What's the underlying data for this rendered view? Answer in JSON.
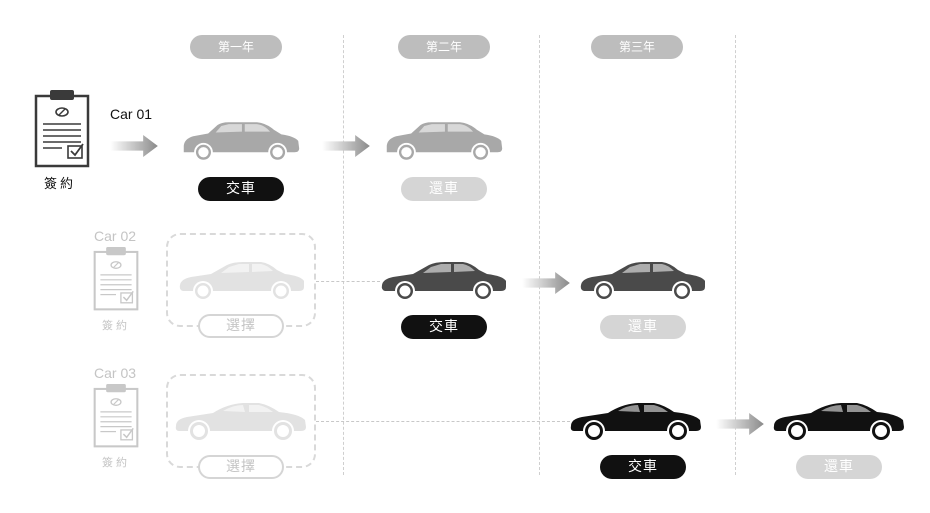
{
  "years": [
    {
      "label": "第一年"
    },
    {
      "label": "第二年"
    },
    {
      "label": "第三年"
    }
  ],
  "rows": [
    {
      "car_label": "Car 01",
      "sign_label": "簽約",
      "deliver_label": "交車",
      "return_label": "還車"
    },
    {
      "car_label": "Car 02",
      "sign_label": "簽約",
      "select_label": "選擇",
      "deliver_label": "交車",
      "return_label": "還車"
    },
    {
      "car_label": "Car 03",
      "sign_label": "簽約",
      "select_label": "選擇",
      "deliver_label": "交車",
      "return_label": "還車"
    }
  ],
  "colors": {
    "dark": "#111111",
    "car_light": "#a8a8a8",
    "car_dark": "#4a4a4a",
    "faded": "#d5d5d5"
  },
  "icons": [
    "contract-icon",
    "arrow-right-icon",
    "car-icon",
    "lexus-logo"
  ]
}
